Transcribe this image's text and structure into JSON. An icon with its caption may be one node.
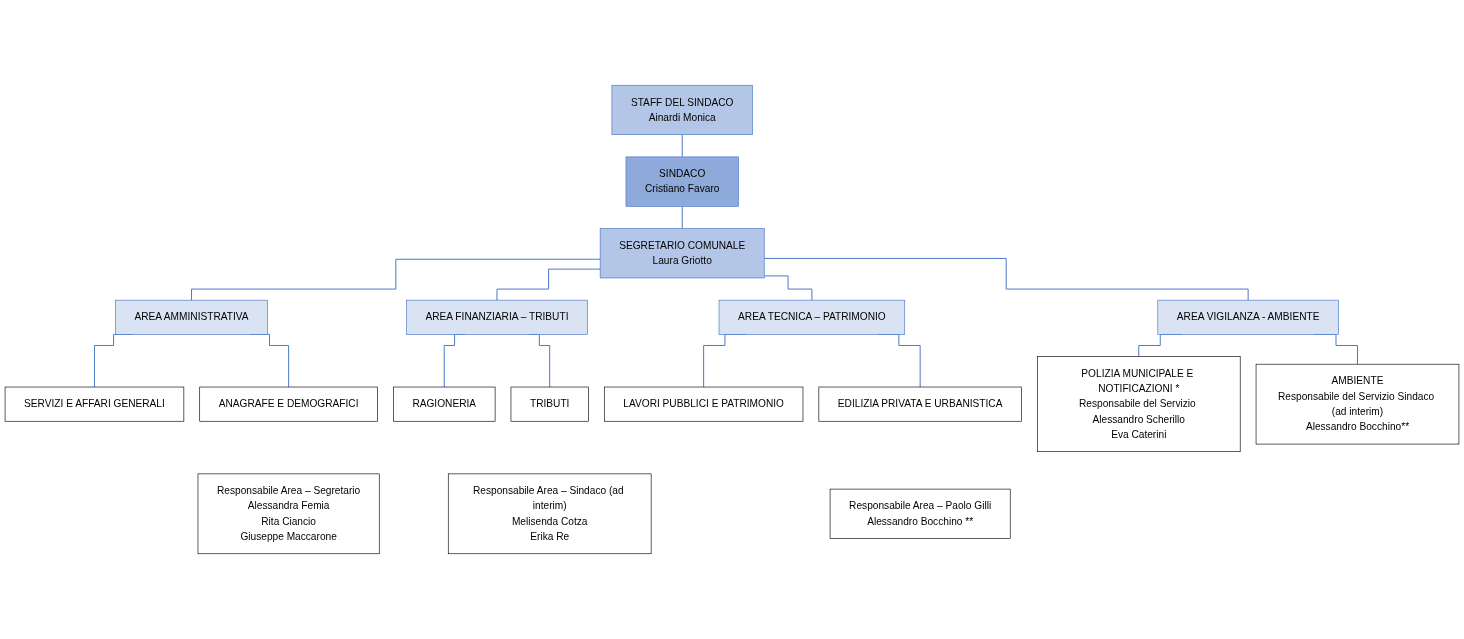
{
  "diagram": {
    "nodes": [
      {
        "text": [
          "STAFF DEL SINDACO",
          "Ainardi Monica"
        ]
      },
      {
        "text": [
          "SINDACO",
          "Cristiano Favaro"
        ]
      },
      {
        "text": [
          "SEGRETARIO COMUNALE",
          "Laura Griotto"
        ]
      },
      {
        "text": [
          "AREA AMMINISTRATIVA"
        ]
      },
      {
        "text": [
          "AREA FINANZIARIA – TRIBUTI"
        ]
      },
      {
        "text": [
          "AREA TECNICA – PATRIMONIO"
        ]
      },
      {
        "text": [
          "AREA VIGILANZA - AMBIENTE"
        ]
      },
      {
        "text": [
          "SERVIZI E AFFARI GENERALI"
        ]
      },
      {
        "text": [
          "ANAGRAFE E DEMOGRAFICI"
        ]
      },
      {
        "text": [
          "Responsabile Area – Segretario",
          "Alessandra Femia",
          "Rita Ciancio",
          "Giuseppe Maccarone"
        ]
      },
      {
        "text": [
          "RAGIONERIA"
        ]
      },
      {
        "text": [
          "TRIBUTI"
        ]
      },
      {
        "text": [
          "Responsabile Area – Sindaco (ad interim)",
          "Melisenda Cotza",
          "Erika Re"
        ]
      },
      {
        "text": [
          "LAVORI PUBBLICI E PATRIMONIO"
        ]
      },
      {
        "text": [
          "EDILIZIA PRIVATA E URBANISTICA"
        ]
      },
      {
        "text": [
          "Responsabile Area – Paolo Gilli",
          "Alessandro Bocchino **"
        ]
      },
      {
        "text": [
          "POLIZIA MUNICIPALE E NOTIFICAZIONI *",
          "Responsabile del Servizio Alessandro Scherillo",
          "Eva Caterini"
        ]
      },
      {
        "text": [
          "AMBIENTE",
          "Responsabile del Servizio Sindaco (ad interim)",
          "Alessandro Bocchino**"
        ]
      }
    ],
    "edges": [
      {
        "from": 0,
        "to": 1,
        "arrow": "none"
      },
      {
        "from": 1,
        "to": 2,
        "arrow": "none"
      },
      {
        "from": 2,
        "to": 3,
        "arrow": "none"
      },
      {
        "from": 2,
        "to": 4,
        "arrow": "none"
      },
      {
        "from": 2,
        "to": 5,
        "arrow": "none"
      },
      {
        "from": 2,
        "to": 6,
        "arrow": "none"
      },
      {
        "from": 3,
        "to": 7,
        "arrow": "none"
      },
      {
        "from": 3,
        "to": 8,
        "arrow": "none"
      },
      {
        "from": 4,
        "to": 10,
        "arrow": "none"
      },
      {
        "from": 4,
        "to": 11,
        "arrow": "none"
      },
      {
        "from": 5,
        "to": 13,
        "arrow": "none"
      },
      {
        "from": 5,
        "to": 14,
        "arrow": "none"
      },
      {
        "from": 6,
        "to": 16,
        "arrow": "none"
      },
      {
        "from": 6,
        "to": 17,
        "arrow": "none"
      }
    ]
  }
}
